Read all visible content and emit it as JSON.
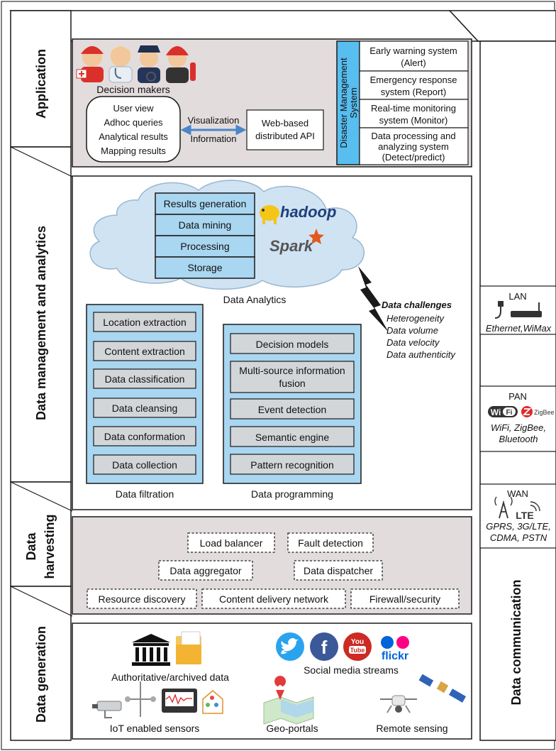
{
  "side_labels": {
    "application": "Application",
    "management": "Data management and analytics",
    "harvesting_1": "Data",
    "harvesting_2": "harvesting",
    "generation": "Data generation",
    "communication": "Data communication"
  },
  "application": {
    "decision_makers": "Decision makers",
    "user_view": [
      "User view",
      "Adhoc queries",
      "Analytical results",
      "Mapping results"
    ],
    "arrow_top": "Visualization",
    "arrow_bottom": "Information",
    "api": [
      "Web-based",
      "distributed API"
    ],
    "dms_title": [
      "Disaster Management",
      "System"
    ],
    "dms_items": [
      [
        "Early warning system",
        "(Alert)"
      ],
      [
        "Emergency response",
        "system (Report)"
      ],
      [
        "Real-time monitoring",
        "system (Monitor)"
      ],
      [
        "Data processing and",
        "analyzing system",
        "(Detect/predict)"
      ]
    ]
  },
  "analytics": {
    "stack": [
      "Results generation",
      "Data mining",
      "Processing",
      "Storage"
    ],
    "hadoop": "hadoop",
    "spark": "Spark",
    "caption": "Data Analytics",
    "challenges_title": "Data challenges",
    "challenges": [
      "Heterogeneity",
      "Data volume",
      "Data velocity",
      "Data authenticity"
    ],
    "filtration_items": [
      "Location extraction",
      "Content extraction",
      "Data classification",
      "Data cleansing",
      "Data conformation",
      "Data collection"
    ],
    "filtration_caption": "Data filtration",
    "programming_items": [
      [
        "Decision models"
      ],
      [
        "Multi-source information",
        "fusion"
      ],
      [
        "Event detection"
      ],
      [
        "Semantic engine"
      ],
      [
        "Pattern recognition"
      ]
    ],
    "programming_caption": "Data programming"
  },
  "harvesting": {
    "items": [
      "Load balancer",
      "Fault detection",
      "Data aggregator",
      "Data dispatcher",
      "Resource discovery",
      "Content delivery network",
      "Firewall/security"
    ]
  },
  "generation": {
    "authoritative": "Authoritative/archived data",
    "social": "Social media streams",
    "iot": "IoT enabled sensors",
    "geo": "Geo-portals",
    "remote": "Remote sensing",
    "social_logos": [
      "You",
      "Tube",
      "f",
      "flickr"
    ]
  },
  "communication": {
    "lan_title": "LAN",
    "lan_text": "Ethernet,WiMax",
    "pan_title": "PAN",
    "pan_logo_wifi": "Wi",
    "pan_logo_fi": "Fi",
    "pan_logo_zigbee": "ZigBee",
    "pan_text": [
      "WiFi, ZigBee,",
      "Bluetooth"
    ],
    "wan_title": "WAN",
    "wan_logo": "LTE",
    "wan_text": [
      "GPRS, 3G/LTE,",
      "CDMA, PSTN"
    ]
  }
}
